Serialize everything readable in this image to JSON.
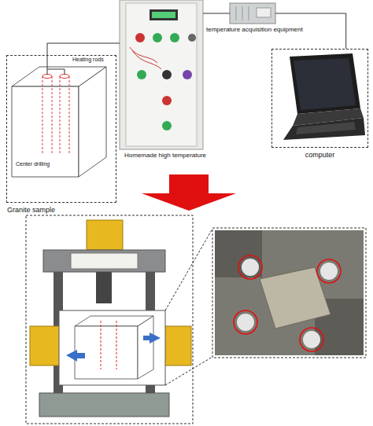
{
  "diagram": {
    "nodes": [
      {
        "text": [
          "Granite sample"
        ]
      },
      {
        "text": [
          "Homemade high temperature"
        ]
      },
      {
        "text": [
          "temperature acquisition equipment"
        ]
      },
      {
        "text": [
          "computer"
        ]
      }
    ],
    "edges": [
      {
        "from": 0,
        "to": 1,
        "arrow": "none"
      },
      {
        "from": 1,
        "to": 2,
        "arrow": "none"
      },
      {
        "from": 2,
        "to": 3,
        "arrow": "none"
      }
    ],
    "labels": [
      "Heating rods",
      "Center drilling"
    ]
  }
}
